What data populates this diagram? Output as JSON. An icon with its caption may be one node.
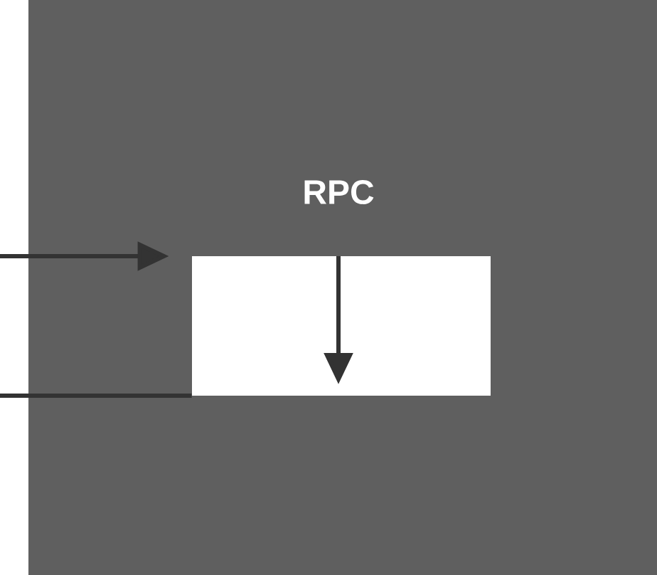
{
  "diagram": {
    "nodes": [
      {
        "text": [
          "RPC"
        ]
      },
      {
        "text": [],
        "shape": "box",
        "in": 0
      }
    ],
    "edges": [
      {
        "from": null,
        "to": 1,
        "arrow": "to"
      },
      {
        "from": null,
        "to": 1,
        "arrow": "none"
      }
    ]
  }
}
